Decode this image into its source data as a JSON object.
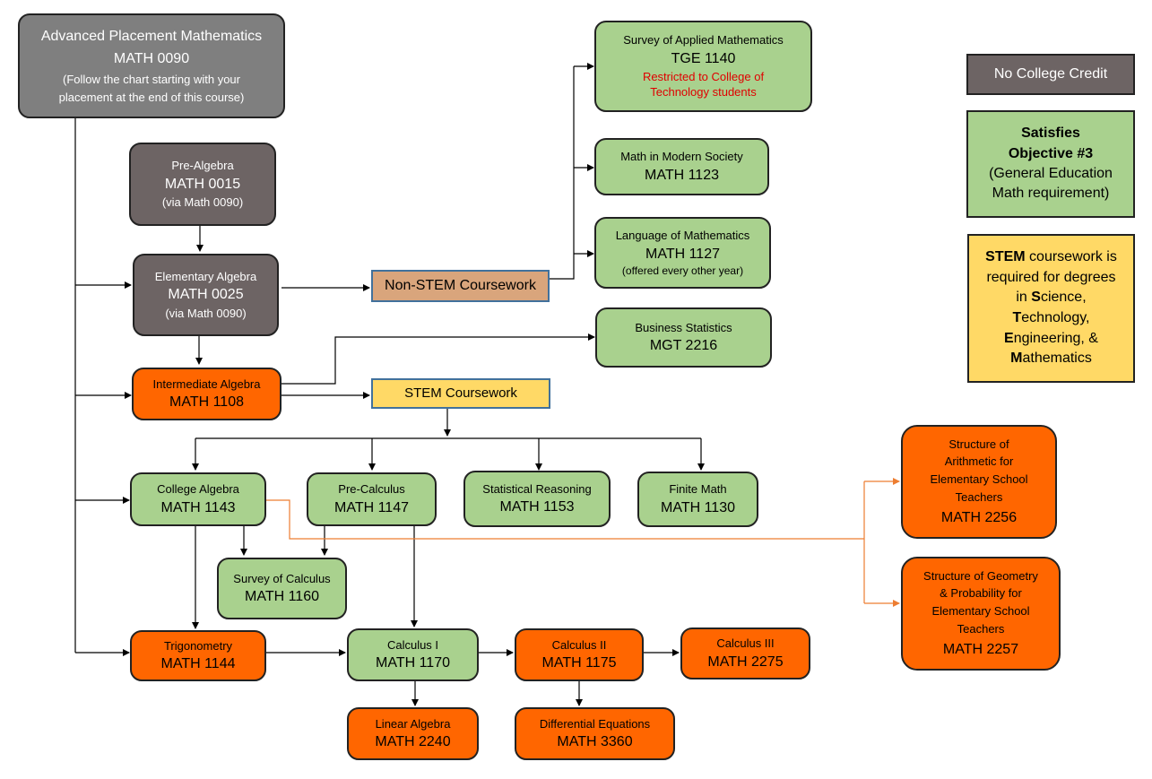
{
  "ap": {
    "title": "Advanced Placement Mathematics",
    "code": "MATH 0090",
    "note_line1": "(Follow the chart starting with your",
    "note_line2": "placement at the end of this course)"
  },
  "prealg": {
    "title": "Pre-Algebra",
    "code": "MATH 0015",
    "note": "(via Math 0090)"
  },
  "elemalg": {
    "title": "Elementary Algebra",
    "code": "MATH 0025",
    "note": "(via Math 0090)"
  },
  "interalg": {
    "title": "Intermediate Algebra",
    "code": "MATH 1108"
  },
  "nonstem": {
    "label": "Non-STEM Coursework"
  },
  "stem": {
    "label": "STEM Coursework"
  },
  "survey_applied": {
    "title": "Survey of Applied Mathematics",
    "code": "TGE 1140",
    "restriction_line1": "Restricted to College of",
    "restriction_line2": "Technology students"
  },
  "modern": {
    "title": "Math in Modern Society",
    "code": "MATH 1123"
  },
  "language": {
    "title": "Language of Mathematics",
    "code": "MATH 1127",
    "note": "(offered every other year)"
  },
  "business": {
    "title": "Business Statistics",
    "code": "MGT 2216"
  },
  "college_alg": {
    "title": "College Algebra",
    "code": "MATH 1143"
  },
  "precalc": {
    "title": "Pre-Calculus",
    "code": "MATH 1147"
  },
  "stat_reason": {
    "title": "Statistical Reasoning",
    "code": "MATH 1153"
  },
  "finite": {
    "title": "Finite Math",
    "code": "MATH 1130"
  },
  "survey_calc": {
    "title": "Survey of Calculus",
    "code": "MATH 1160"
  },
  "trig": {
    "title": "Trigonometry",
    "code": "MATH 1144"
  },
  "calc1": {
    "title": "Calculus I",
    "code": "MATH 1170"
  },
  "calc2": {
    "title": "Calculus II",
    "code": "MATH 1175"
  },
  "calc3": {
    "title": "Calculus III",
    "code": "MATH 2275"
  },
  "linalg": {
    "title": "Linear Algebra",
    "code": "MATH 2240"
  },
  "diffeq": {
    "title": "Differential Equations",
    "code": "MATH 3360"
  },
  "arith": {
    "line1": "Structure of",
    "line2": "Arithmetic for",
    "line3": "Elementary School",
    "line4": "Teachers",
    "code": "MATH 2256"
  },
  "geom": {
    "line1": "Structure of Geometry",
    "line2": "& Probability for",
    "line3": "Elementary School",
    "line4": "Teachers",
    "code": "MATH 2257"
  },
  "legend": {
    "no_credit": "No College Credit",
    "satisfies_line1": "Satisfies",
    "satisfies_line2": "Objective #3",
    "satisfies_line3": "(General Education",
    "satisfies_line4": "Math requirement)",
    "stem_line1_bold": "STEM",
    "stem_line1_rest": " coursework is",
    "stem_line2": "required for degrees",
    "stem_line3_pre": "in ",
    "stem_S": "S",
    "stem_line3_rest": "cience,",
    "stem_T": "T",
    "stem_line4_rest": "echnology,",
    "stem_E": "E",
    "stem_line5_rest": "ngineering, &",
    "stem_M": "M",
    "stem_line6_rest": "athematics"
  },
  "colors": {
    "green": "#a9d18e",
    "orange": "#ff6600",
    "gray": "#7f7f7f",
    "darkgray": "#6d6464",
    "tan": "#d9a57c",
    "yellow": "#ffd966",
    "teacher_line": "#ed7d31"
  }
}
